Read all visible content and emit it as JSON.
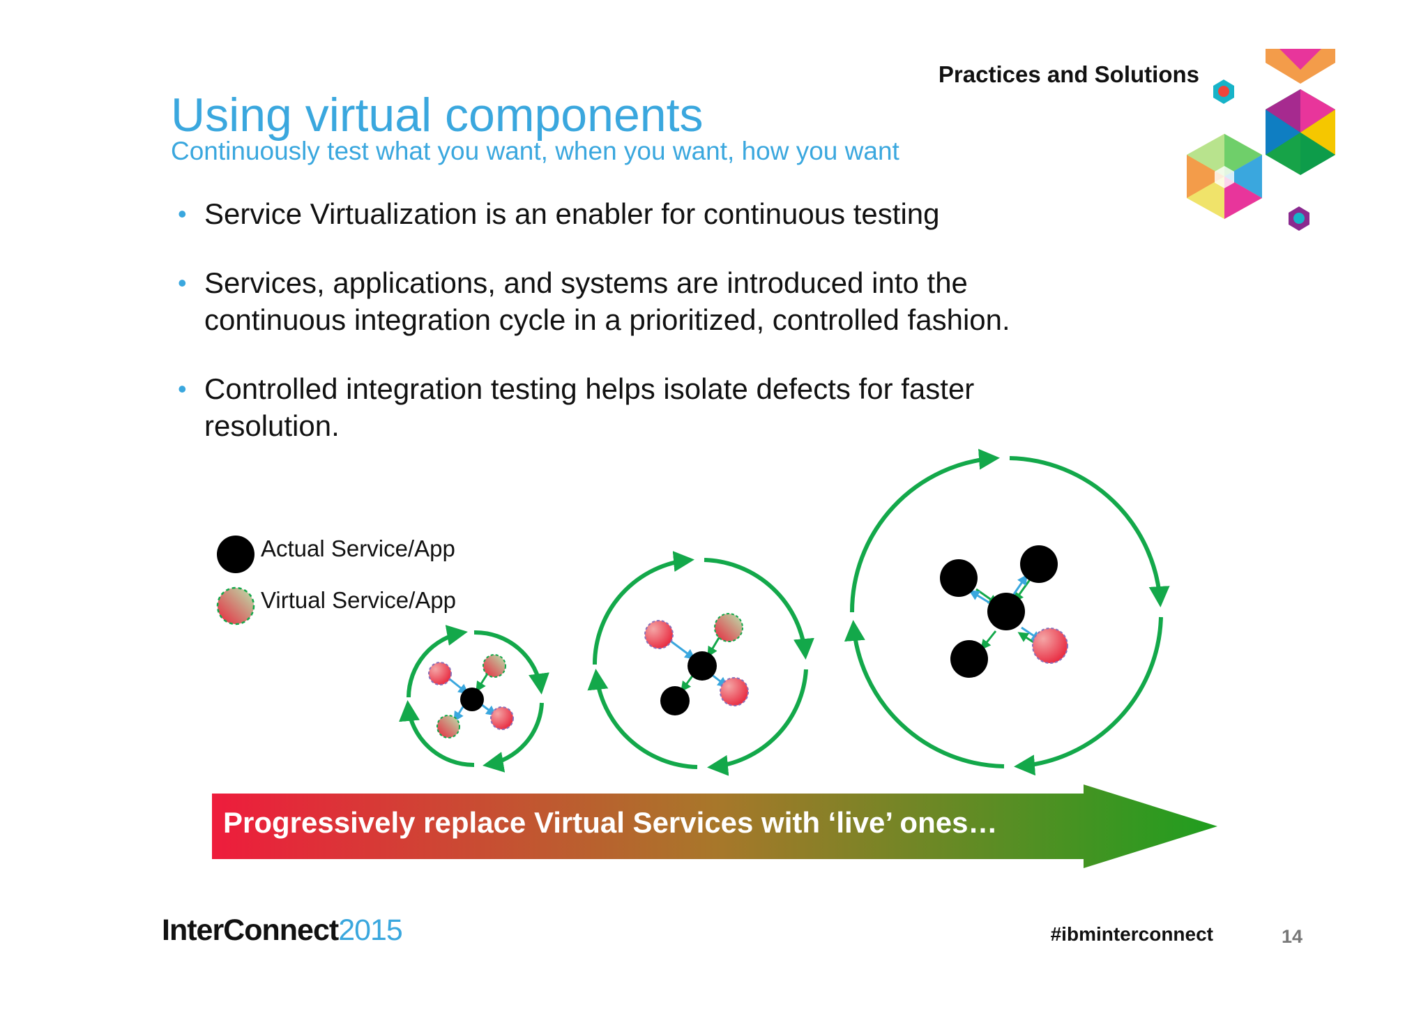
{
  "header": {
    "category": "Practices and Solutions",
    "title": "Using virtual components",
    "subtitle": "Continuously test what you want, when you want, how you want"
  },
  "bullets": [
    "Service Virtualization is an enabler for continuous testing",
    "Services, applications, and systems are introduced into the continuous integration cycle in a prioritized, controlled fashion.",
    "Controlled integration testing helps isolate defects for faster resolution."
  ],
  "legend": {
    "actual": "Actual Service/App",
    "virtual": "Virtual Service/App"
  },
  "progress_arrow": {
    "label": "Progressively replace Virtual Services with ‘live’ ones…",
    "start_color": "#ee1c3c",
    "end_color": "#1f9e1f"
  },
  "footer": {
    "brand": "InterConnect",
    "year": "2015",
    "hashtag": "#ibminterconnect",
    "page_number": "14"
  },
  "colors": {
    "accent_blue": "#3aa7de",
    "cycle_green": "#13a84a",
    "actual_service": "#000000",
    "virtual_service_red": "#e8253c",
    "virtual_service_green": "#8fd18f"
  },
  "diagram": {
    "stages": [
      {
        "stage": 1,
        "actual_count": 1,
        "virtual_count": 4
      },
      {
        "stage": 2,
        "actual_count": 2,
        "virtual_count": 3
      },
      {
        "stage": 3,
        "actual_count": 4,
        "virtual_count": 1
      }
    ]
  }
}
